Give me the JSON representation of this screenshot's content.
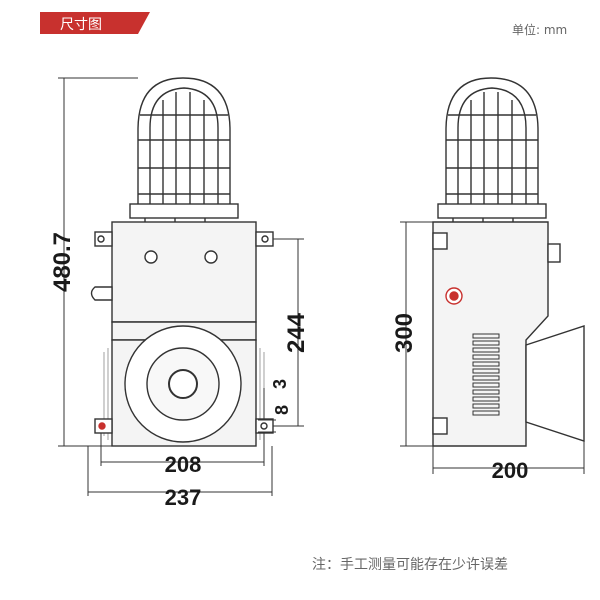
{
  "header": {
    "tag_label": "尺寸图",
    "unit_label": "单位: mm"
  },
  "colors": {
    "accent": "#c8312e",
    "line": "#333333",
    "body": "#f4f4f4"
  },
  "dimensions": {
    "total_height": "480.7",
    "housing_height": "244",
    "inner_width": "208",
    "outer_width": "237",
    "small_a": "3",
    "small_b": "8",
    "side_height": "300",
    "side_depth": "200"
  },
  "footer": {
    "note": "注：手工测量可能存在少许误差"
  }
}
